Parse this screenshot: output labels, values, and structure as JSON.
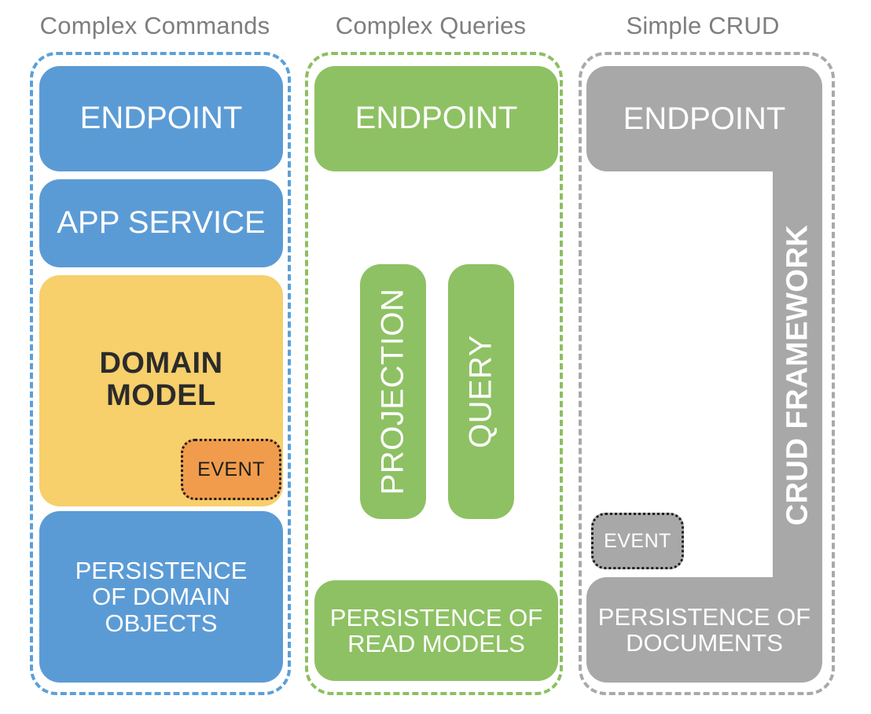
{
  "diagram": {
    "title_row": [
      {
        "id": "complex-commands",
        "label": "Complex Commands"
      },
      {
        "id": "complex-queries",
        "label": "Complex Queries"
      },
      {
        "id": "simple-crud",
        "label": "Simple CRUD"
      }
    ],
    "colors": {
      "blue": "#5B9BD5",
      "green": "#8EC163",
      "gray": "#A8A8A8",
      "yellow": "#F7CF6B",
      "orange": "#F09C4C",
      "title_gray": "#7E7E7E",
      "dark_text": "#1D1D1D",
      "background": "#FFFFFF"
    },
    "columns": [
      {
        "id": "complex-commands",
        "header": "Complex Commands",
        "outline_color": "#5BA0D8",
        "blocks": [
          {
            "id": "endpoint",
            "label": "ENDPOINT",
            "color": "blue",
            "orientation": "horizontal"
          },
          {
            "id": "app-service",
            "label": "APP SERVICE",
            "color": "blue",
            "orientation": "horizontal"
          },
          {
            "id": "domain-model",
            "label": "DOMAIN\nMODEL",
            "color": "yellow",
            "orientation": "horizontal"
          },
          {
            "id": "persistence-domain",
            "label": "PERSISTENCE\nOF DOMAIN\nOBJECTS",
            "color": "blue",
            "orientation": "horizontal"
          }
        ],
        "badges": [
          {
            "id": "event-domain",
            "label": "EVENT",
            "color": "orange",
            "border": "dotted"
          }
        ]
      },
      {
        "id": "complex-queries",
        "header": "Complex Queries",
        "outline_color": "#8CBF60",
        "blocks": [
          {
            "id": "endpoint",
            "label": "ENDPOINT",
            "color": "green",
            "orientation": "horizontal"
          },
          {
            "id": "projection",
            "label": "PROJECTION",
            "color": "green",
            "orientation": "vertical"
          },
          {
            "id": "query",
            "label": "QUERY",
            "color": "green",
            "orientation": "vertical"
          },
          {
            "id": "persistence-read",
            "label": "PERSISTENCE OF\nREAD MODELS",
            "color": "green",
            "orientation": "horizontal"
          }
        ],
        "badges": []
      },
      {
        "id": "simple-crud",
        "header": "Simple CRUD",
        "outline_color": "#A9A9A9",
        "blocks": [
          {
            "id": "endpoint",
            "label": "ENDPOINT",
            "color": "gray",
            "orientation": "horizontal"
          },
          {
            "id": "crud-framework",
            "label": "CRUD FRAMEWORK",
            "color": "gray",
            "orientation": "vertical"
          },
          {
            "id": "persistence-documents",
            "label": "PERSISTENCE OF\nDOCUMENTS",
            "color": "gray",
            "orientation": "horizontal"
          }
        ],
        "badges": [
          {
            "id": "event-crud",
            "label": "EVENT",
            "color": "gray",
            "border": "dotted"
          }
        ]
      }
    ],
    "labels": {
      "endpoint": "ENDPOINT",
      "app_service": "APP SERVICE",
      "domain_model_line1": "DOMAIN",
      "domain_model_line2": "MODEL",
      "event": "EVENT",
      "persistence_domain_line1": "PERSISTENCE",
      "persistence_domain_line2": "OF DOMAIN",
      "persistence_domain_line3": "OBJECTS",
      "projection": "PROJECTION",
      "query": "QUERY",
      "persistence_read_line1": "PERSISTENCE OF",
      "persistence_read_line2": "READ MODELS",
      "crud_framework": "CRUD FRAMEWORK",
      "persistence_documents_line1": "PERSISTENCE OF",
      "persistence_documents_line2": "DOCUMENTS"
    }
  }
}
